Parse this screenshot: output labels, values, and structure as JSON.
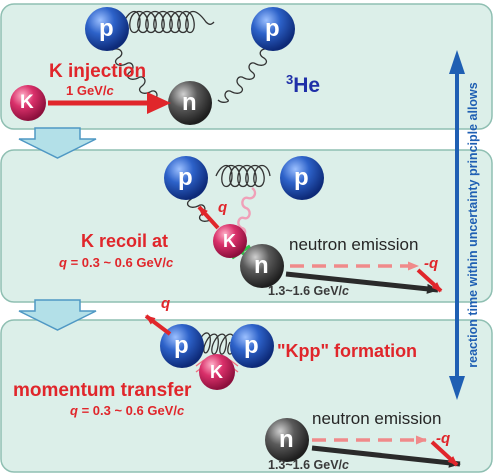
{
  "colors": {
    "panel_bg": "#dcefe9",
    "panel_border": "#8fbfb2",
    "proton": "#1f4fb3",
    "neutron": "#4a4a4a",
    "kaon": "#d0245e",
    "red": "#e0262b",
    "blue": "#1f5fb3",
    "block_arrow": "#b3e0e8"
  },
  "panel1": {
    "k_injection": "K injection",
    "energy": "1 GeV/",
    "energy_c": "c",
    "helium_sup": "3",
    "helium": "He",
    "proton_label": "p",
    "neutron_label": "n",
    "kaon_label": "K"
  },
  "panel2": {
    "recoil_title": "K recoil at",
    "q_var": "q",
    "q_range": " = 0.3 ~ 0.6 GeV/",
    "q_c": "c",
    "q_arrow_label": "q",
    "neutron_emission": "neutron emission",
    "momentum": "1.3~1.6 GeV/",
    "momentum_c": "c",
    "minus_q": "-q",
    "proton_label": "p",
    "neutron_label": "n",
    "kaon_label": "K"
  },
  "panel3": {
    "kpp_formation": "\"Kpp\" formation",
    "momentum_transfer": "momentum transfer",
    "q_var": "q",
    "q_range": " = 0.3 ~ 0.6 GeV/",
    "q_c": "c",
    "q_arrow_label": "q",
    "neutron_emission": "neutron emission",
    "momentum": "1.3~1.6 GeV/",
    "momentum_c": "c",
    "minus_q": "-q",
    "proton_label": "p",
    "neutron_label": "n",
    "kaon_label": "K"
  },
  "side_note": "reaction time within uncertainty principle allows"
}
